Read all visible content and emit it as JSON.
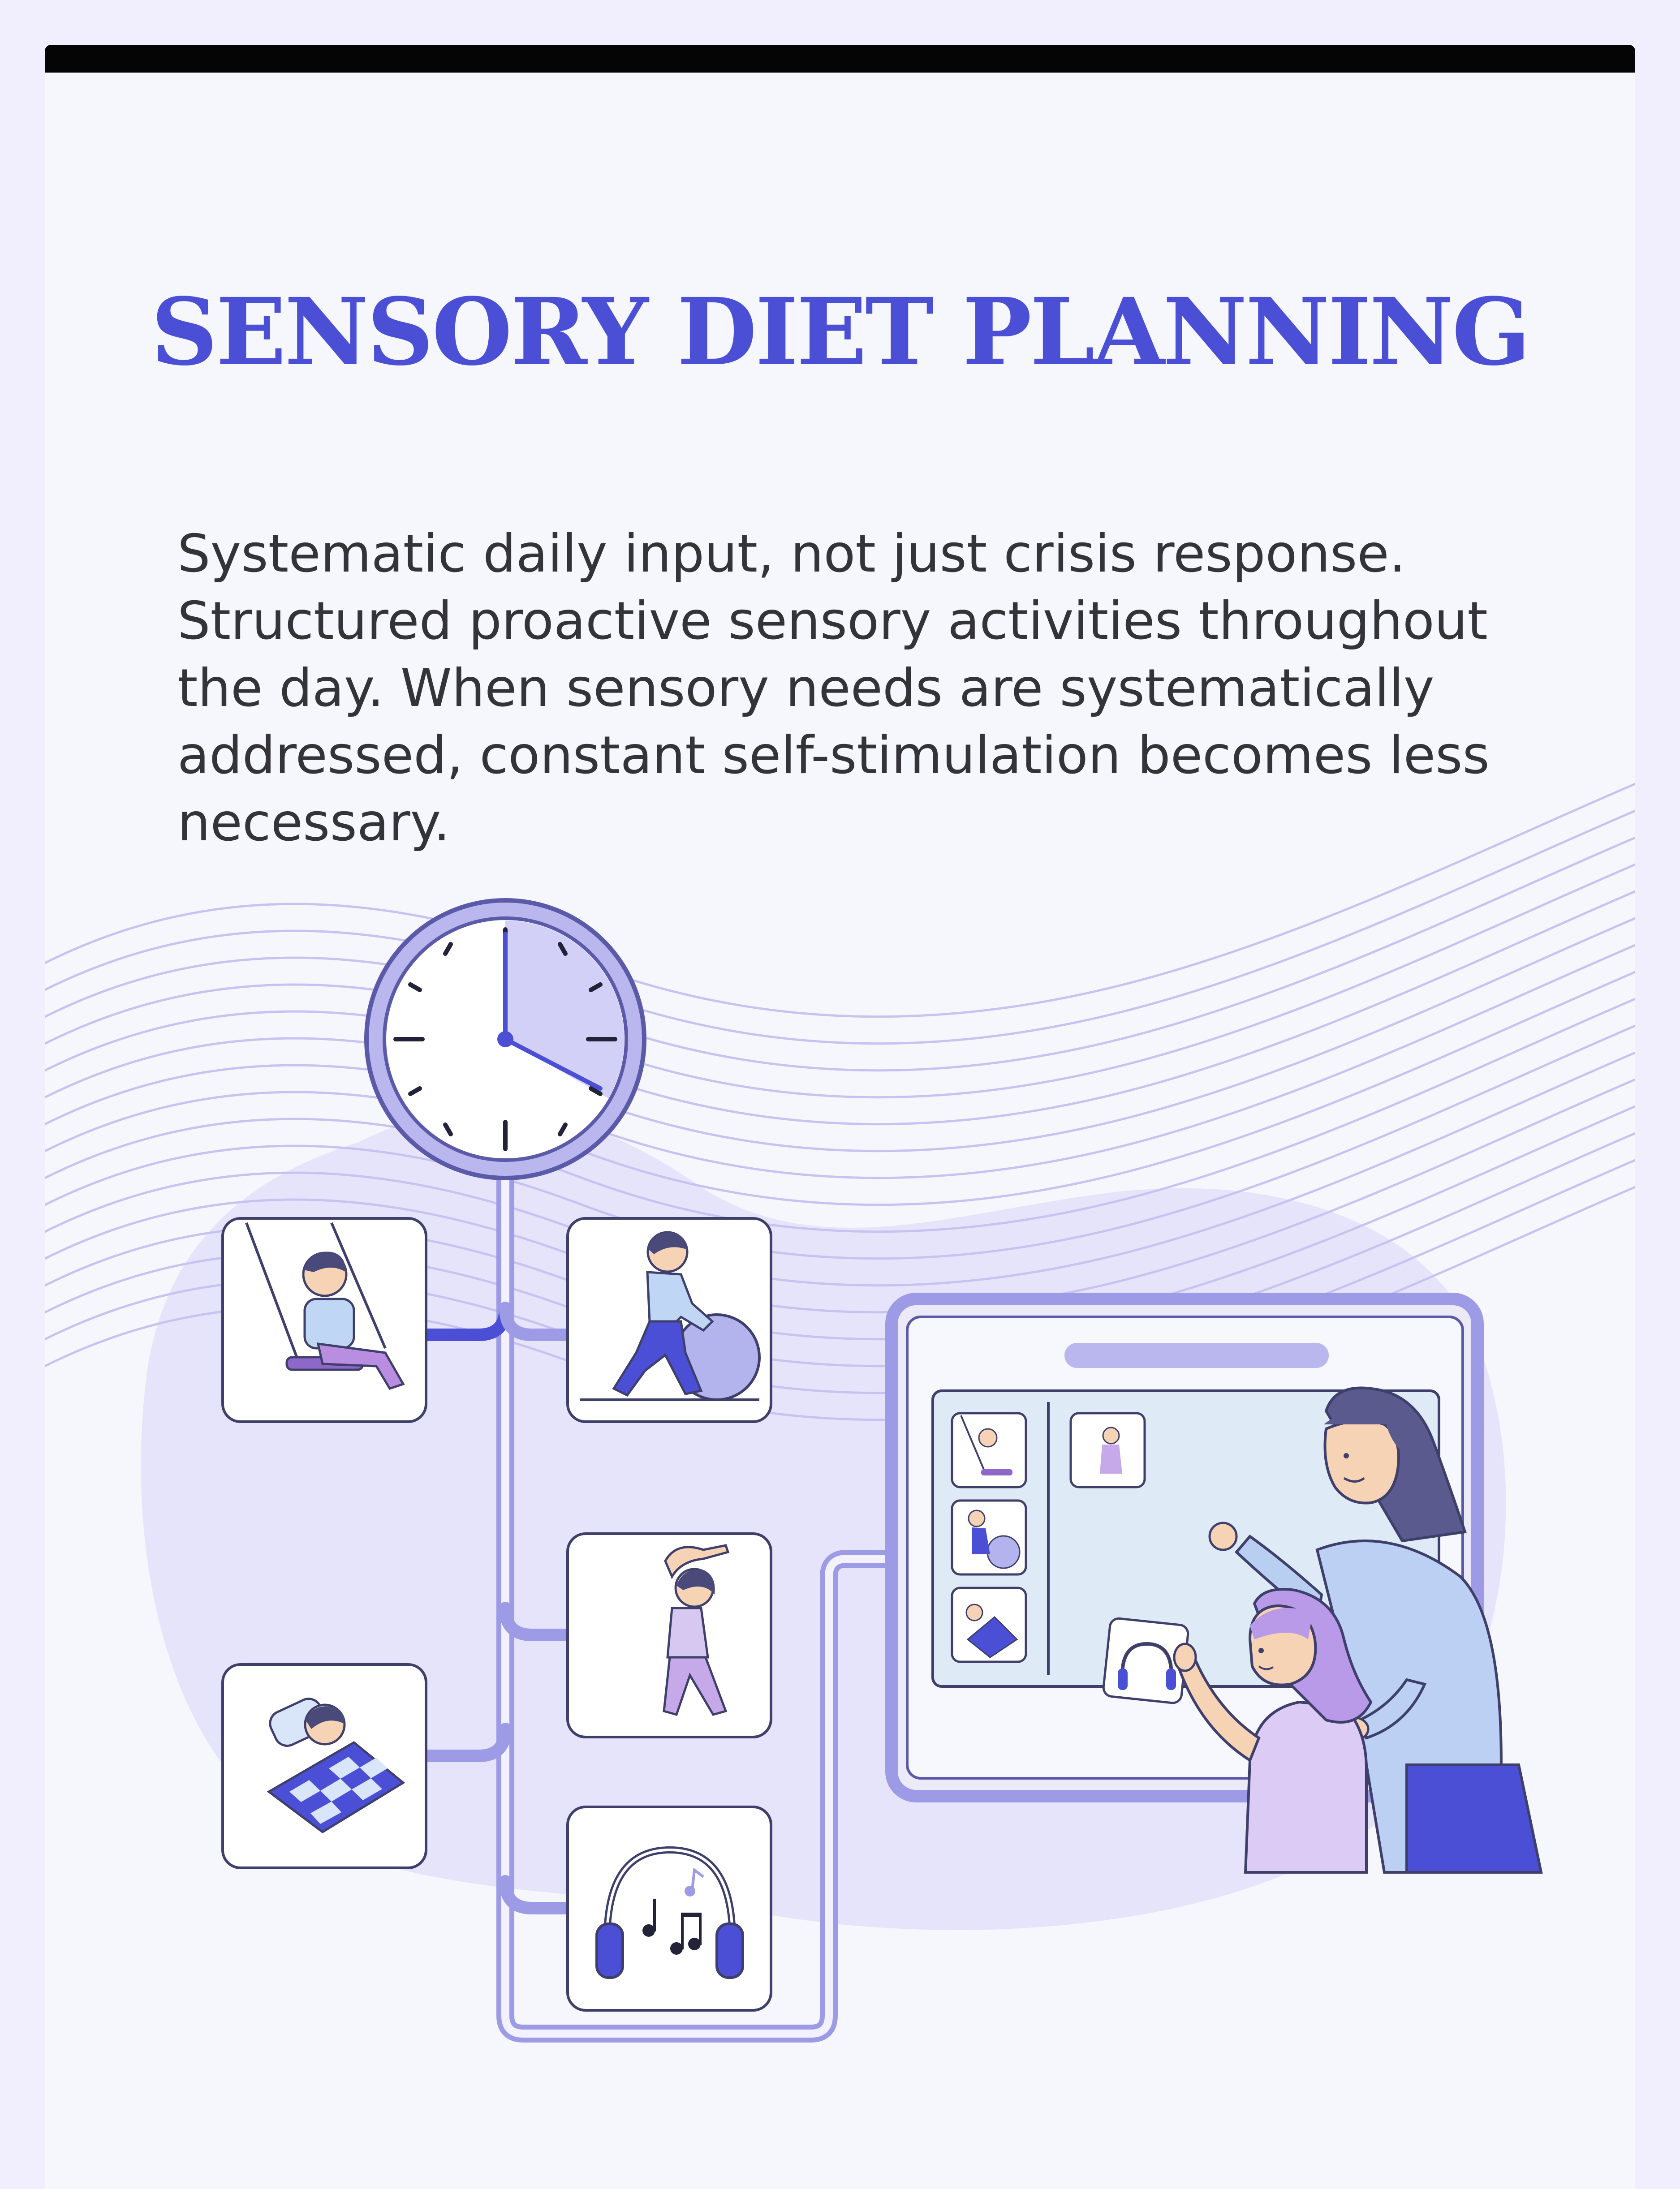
{
  "title": "SENSORY DIET PLANNING",
  "description": "Systematic daily input, not just crisis response. Structured proactive sensory activities throughout the day. When sensory needs are systematically addressed, constant self-stimulation becomes less necessary.",
  "illustration": {
    "icons": [
      "clock-icon",
      "swing-icon",
      "therapy-ball-icon",
      "stretching-icon",
      "weighted-blanket-icon",
      "headphones-icon",
      "schedule-board-icon",
      "caregiver-figure",
      "child-figure"
    ],
    "colors": {
      "accent": "#4a4fd6",
      "lavender": "#dcd9fb",
      "outline": "#3f3f6b",
      "stroke": "#9d9be6"
    }
  }
}
